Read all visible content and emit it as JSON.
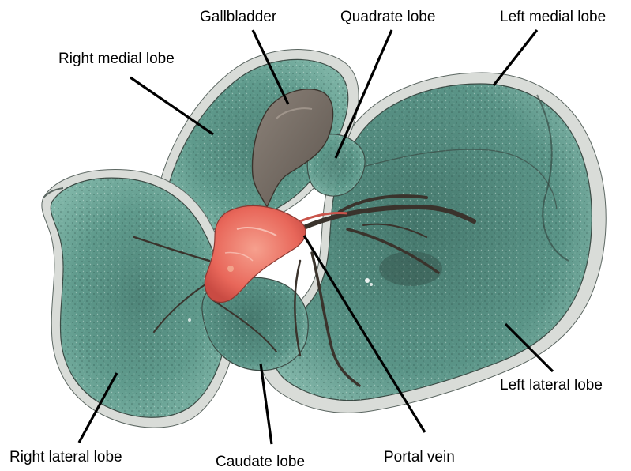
{
  "figure": {
    "colors": {
      "background": "#ffffff",
      "tissue": "#5f9a8c",
      "tissue_dark": "#3f6f64",
      "rim": "#d9dcd8",
      "gallbladder": "#7a6f66",
      "portal_vein": "#e8675a",
      "vessels": "#3a332c",
      "label_text": "#000000",
      "arrows": "#000000"
    },
    "labels": {
      "gallbladder": "Gallbladder",
      "quadrate_lobe": "Quadrate lobe",
      "left_medial_lobe": "Left medial lobe",
      "right_medial_lobe": "Right medial lobe",
      "left_lateral_lobe": "Left lateral lobe",
      "right_lateral_lobe": "Right lateral lobe",
      "caudate_lobe": "Caudate lobe",
      "portal_vein": "Portal vein"
    }
  }
}
